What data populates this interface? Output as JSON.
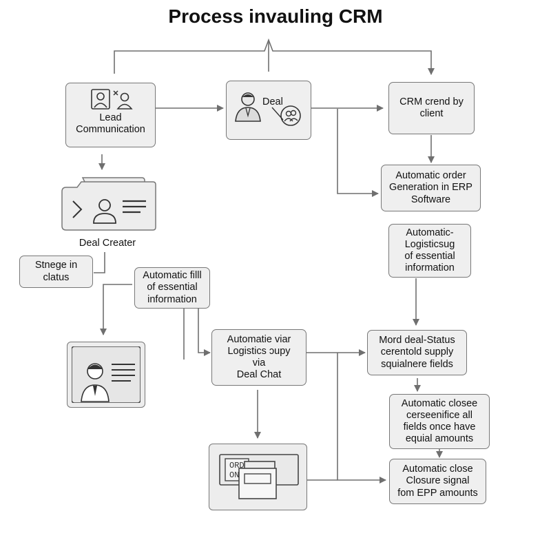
{
  "diagram": {
    "title": "Process invauling CRM",
    "nodes": {
      "lead": "Lead\nCommunication",
      "deal": "Deal",
      "crm_client": "CRM crend by\nclient",
      "auto_order": "Automatic order\nGeneration in ERP\nSoftware",
      "auto_logistics": "Automatic-\nLogisticsug\nof essential\ninformation",
      "deal_creater": "Deal Creater",
      "stage_status": "Stnege in\nclatus",
      "auto_fill": "Automatic filll\nof essential\ninformation",
      "auto_via": "Automatie viar\nLogistics ɔupy\nvia\nDeal Chat",
      "mord_deal": "Mord deal-Status\ncerentold supply\nsquialnere fields",
      "auto_closee": "Automatic closee\ncerseenifice all\nfields once have\nequial amounts",
      "auto_close": "Automatic close\nClosure signal\nfom EPP amounts",
      "order_doc_text": "ORD\nON"
    },
    "icons": {
      "lead": [
        "person-icon",
        "users-icon"
      ],
      "deal": [
        "person-icon",
        "handshake-icon"
      ],
      "deal_creater": "contact-card-icon",
      "profile": "profile-card-icon",
      "order": "order-document-icon"
    },
    "colors": {
      "line": "#6f6f6f",
      "box_fill": "#efefef",
      "box_border": "#777777"
    }
  }
}
